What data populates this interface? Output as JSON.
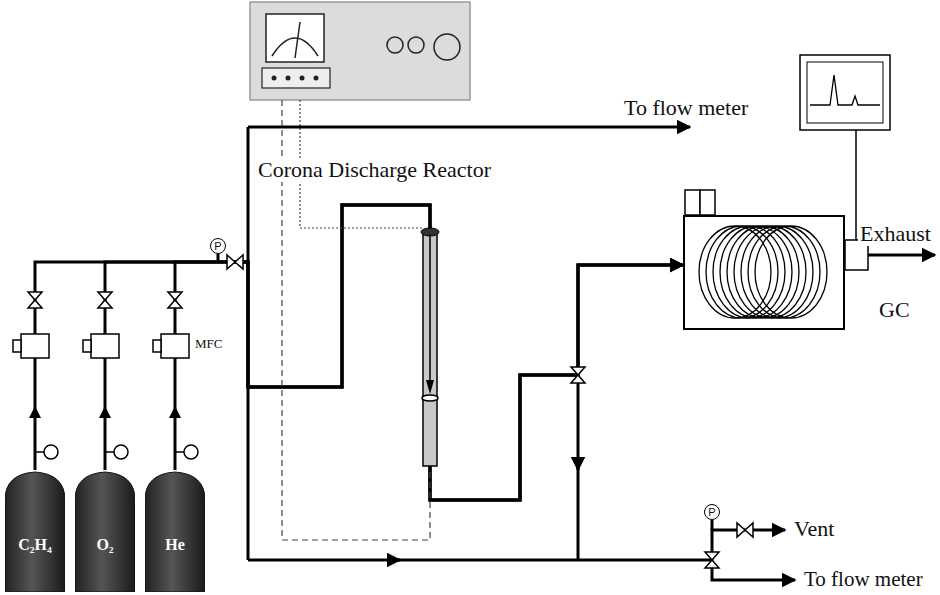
{
  "diagram": {
    "nodes": [
      {
        "text": [
          "C₂H₄"
        ]
      },
      {
        "text": [
          "O₂"
        ]
      },
      {
        "text": [
          "He"
        ]
      },
      {
        "text": [
          "P"
        ]
      },
      {
        "text": [
          "GC"
        ]
      },
      {
        "text": [
          "P"
        ]
      }
    ],
    "edges": [
      {
        "from": 0,
        "to": 4,
        "arrow": "to"
      },
      {
        "from": 1,
        "to": 4,
        "arrow": "to"
      },
      {
        "from": 2,
        "to": 4,
        "arrow": "to"
      }
    ],
    "labels": [
      "To flow meter",
      "Corona Discharge Reactor",
      "Exhaust",
      "MFC",
      "Vent",
      "To flow meter"
    ]
  }
}
